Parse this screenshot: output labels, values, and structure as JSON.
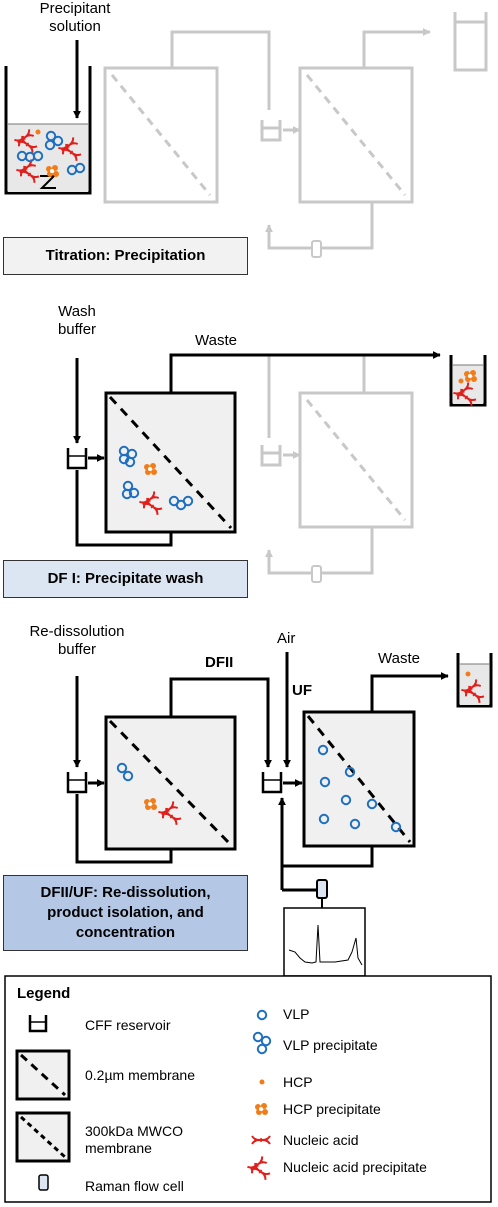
{
  "stage1": {
    "input_label": "Precipitant\nsolution",
    "title": "Titration: Precipitation"
  },
  "stage2": {
    "input_label": "Wash\nbuffer",
    "waste_label": "Waste",
    "title": "DF I: Precipitate wash"
  },
  "stage3": {
    "input_label": "Re-dissolution\nbuffer",
    "dfii_label": "DFII",
    "air_label": "Air",
    "uf_label": "UF",
    "waste_label": "Waste",
    "title": "DFII/UF: Re-dissolution,\nproduct isolation, and\nconcentration"
  },
  "legend": {
    "title": "Legend",
    "items": {
      "reservoir": "CFF reservoir",
      "membrane_02": "0.2µm membrane",
      "membrane_300": "300kDa MWCO\nmembrane",
      "raman": "Raman flow cell",
      "vlp": "VLP",
      "vlp_precipitate": "VLP precipitate",
      "hcp": "HCP",
      "hcp_precipitate": "HCP precipitate",
      "nucleic_acid": "Nucleic acid",
      "nucleic_acid_precipitate": "Nucleic acid precipitate"
    }
  },
  "colors": {
    "active": "#000000",
    "inactive": "#c8c8c8",
    "vlp": "#1f6fc1",
    "hcp": "#f07d1a",
    "nucleic_acid": "#e0201c",
    "stage2_box": "#dce6f2",
    "stage3_box": "#b4c8e6"
  }
}
